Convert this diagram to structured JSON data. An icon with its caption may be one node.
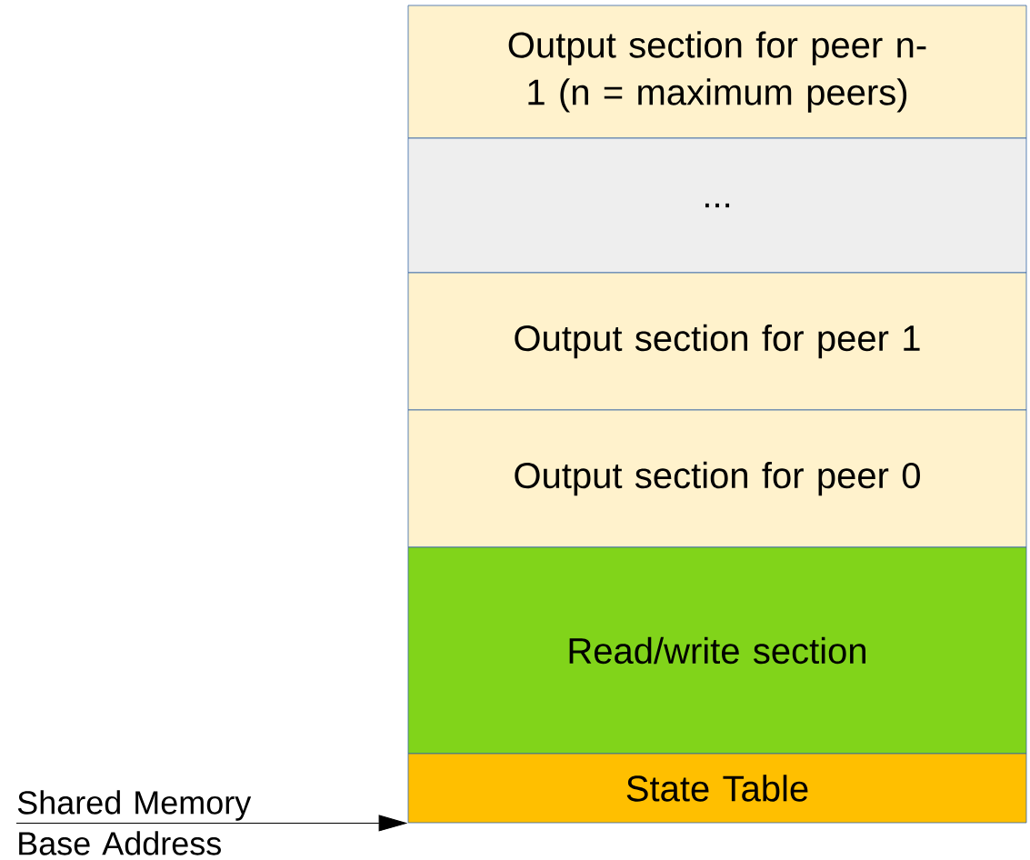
{
  "diagram": {
    "nodes": [
      {
        "text": [
          "Output section for peer n-1 (n = maximum peers)"
        ]
      },
      {
        "text": [
          "..."
        ]
      },
      {
        "text": [
          "Output section for peer 1"
        ]
      },
      {
        "text": [
          "Output section for peer 0"
        ]
      },
      {
        "text": [
          "Read/write section"
        ]
      },
      {
        "text": [
          "State Table"
        ]
      },
      {
        "text": [
          "Shared Memory Base Address"
        ]
      }
    ],
    "edges": [
      {
        "from": 6,
        "to": 5,
        "arrow": "to"
      }
    ]
  }
}
